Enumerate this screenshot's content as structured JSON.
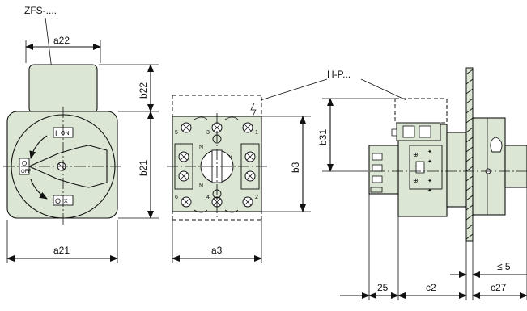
{
  "labels": {
    "zfs": "ZFS-....",
    "hp": "H-P...",
    "on": "ON",
    "off": "OFF",
    "o_left": "O",
    "o_bottom": "O",
    "i_top": "I",
    "x_bottom": "X"
  },
  "dimensions": {
    "a22": "a22",
    "b22": "b22",
    "b21": "b21",
    "a21": "a21",
    "b3": "b3",
    "a3": "a3",
    "b31": "b31",
    "d25": "25",
    "c2": "c2",
    "le5": "≤ 5",
    "c27": "c27"
  },
  "terminals": {
    "t5": "5",
    "t3": "3",
    "t1": "1",
    "t6": "6",
    "t4": "4",
    "t2": "2",
    "n_top": "N",
    "n_bottom": "N",
    "y_mark": "y"
  },
  "colors": {
    "body_fill": "#dbe6d4",
    "stroke": "#111111"
  }
}
